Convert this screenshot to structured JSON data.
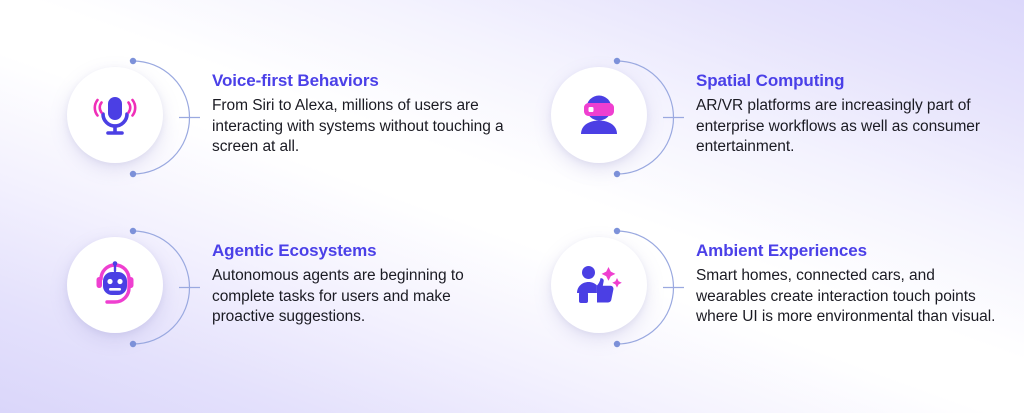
{
  "theme": {
    "accent_heading": "#4b40e8",
    "body_text": "#1b1b23",
    "icon_primary": "#4b3fe4",
    "icon_secondary": "#e845d6",
    "arc_line": "#9aa9e0",
    "badge_bg": "#ffffff",
    "bg_lavender": "#dcd8fb",
    "bg_white": "#ffffff"
  },
  "features": [
    {
      "icon": "microphone-icon",
      "title": "Voice-first Behaviors",
      "body": "From Siri to Alexa, millions of users are interacting with systems without touching a screen at all."
    },
    {
      "icon": "vr-headset-person-icon",
      "title": "Spatial Computing",
      "body": "AR/VR platforms are increasingly part of enterprise workflows as well as consumer entertainment."
    },
    {
      "icon": "robot-headset-icon",
      "title": "Agentic Ecosystems",
      "body": "Autonomous agents are beginning to complete tasks for users and make proactive suggestions."
    },
    {
      "icon": "person-thumbs-up-sparkle-icon",
      "title": "Ambient Experiences",
      "body": "Smart homes, connected cars, and wearables create interaction touch points where UI is more environmental than visual."
    }
  ]
}
